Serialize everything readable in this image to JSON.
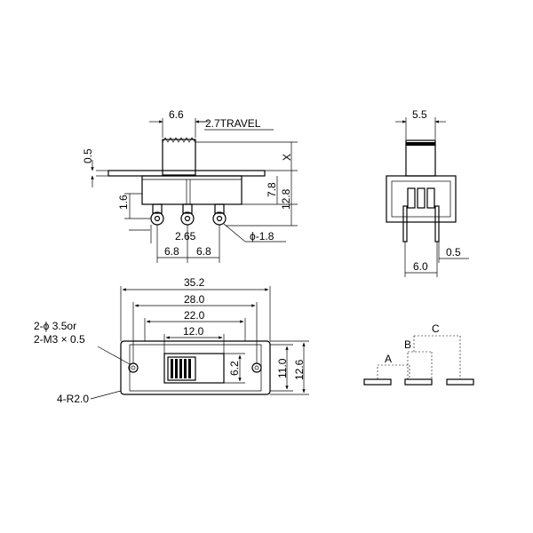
{
  "side_view": {
    "dim_actuator_width": "6.6",
    "dim_travel": "2.7TRAVEL",
    "dim_top_offset": "0.5",
    "dim_x": "X",
    "dim_body_height": "7.8",
    "dim_total_height": "12.8",
    "dim_pin_length": "1.6",
    "dim_pin_offset": "2.65",
    "dim_pin_pitch_left": "6.8",
    "dim_pin_pitch_right": "6.8",
    "dim_pin_diameter": "ϕ-1.8"
  },
  "end_view": {
    "dim_actuator_width": "5.5",
    "dim_pin_spacing": "6.0",
    "dim_pin_thickness": "0.5"
  },
  "top_view": {
    "dim_length_total": "35.2",
    "dim_hole_pitch": "28.0",
    "dim_body_length": "22.0",
    "dim_slot_length": "12.0",
    "dim_slot_height": "6.2",
    "dim_body_height": "11.0",
    "dim_plate_height": "12.6",
    "note_holes_line1": "2-ϕ 3.5or",
    "note_holes_line2": "2-M3 × 0.5",
    "note_radius": "4-R2.0"
  },
  "contact_view": {
    "label_a": "A",
    "label_b": "B",
    "label_c": "C"
  }
}
